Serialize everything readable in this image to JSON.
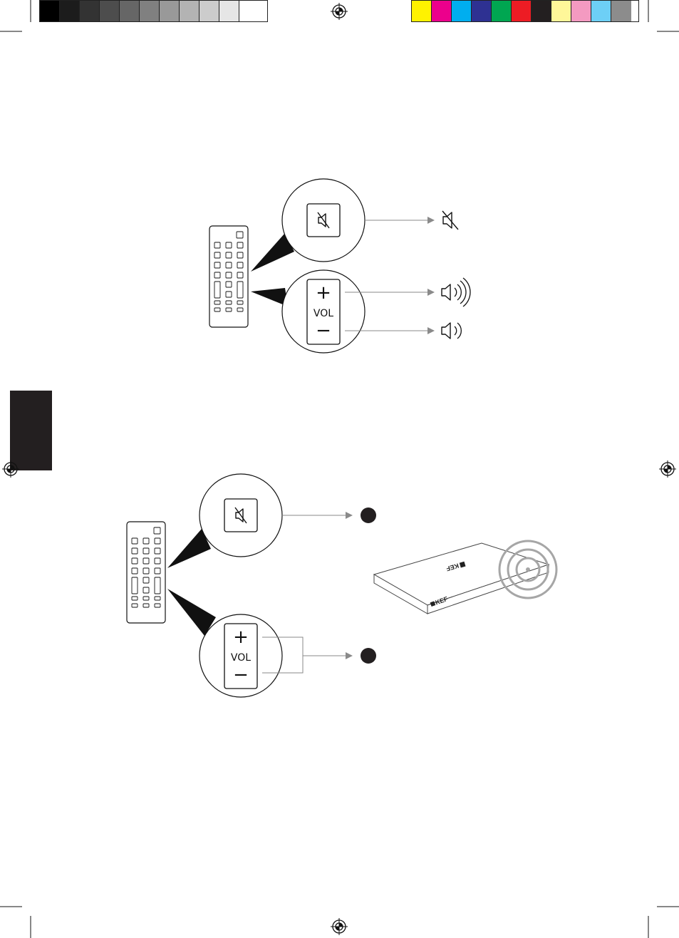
{
  "print_marks": {
    "gray_bar": [
      "#000000",
      "#1c1c1c",
      "#333333",
      "#4d4d4d",
      "#666666",
      "#808080",
      "#999999",
      "#b3b3b3",
      "#cccccc",
      "#e6e6e6",
      "#ffffff"
    ],
    "color_bar": [
      "#fff200",
      "#ec008c",
      "#00aeef",
      "#2e3192",
      "#00a651",
      "#ed1c24",
      "#231f20",
      "#fff799",
      "#f49ac1",
      "#6dcff6",
      "#8c8c8c"
    ],
    "registration_icon": "crosshair-circle-icon"
  },
  "side_tab": {
    "color": "#231f20"
  },
  "figure_top": {
    "mute_button_icon": "mute-icon",
    "mute_result_icon": "speaker-muted-icon",
    "vol_label": "VOL",
    "vol_plus_symbol": "+",
    "vol_minus_symbol": "−",
    "vol_up_result_icon": "speaker-loud-icon",
    "vol_down_result_icon": "speaker-quiet-icon"
  },
  "figure_bottom": {
    "mute_button_icon": "mute-icon",
    "vol_label": "VOL",
    "vol_plus_symbol": "+",
    "vol_minus_symbol": "−",
    "device_brand": "KEF",
    "signal_icon": "signal-rings-icon",
    "result_marker_color": "#231f20"
  }
}
